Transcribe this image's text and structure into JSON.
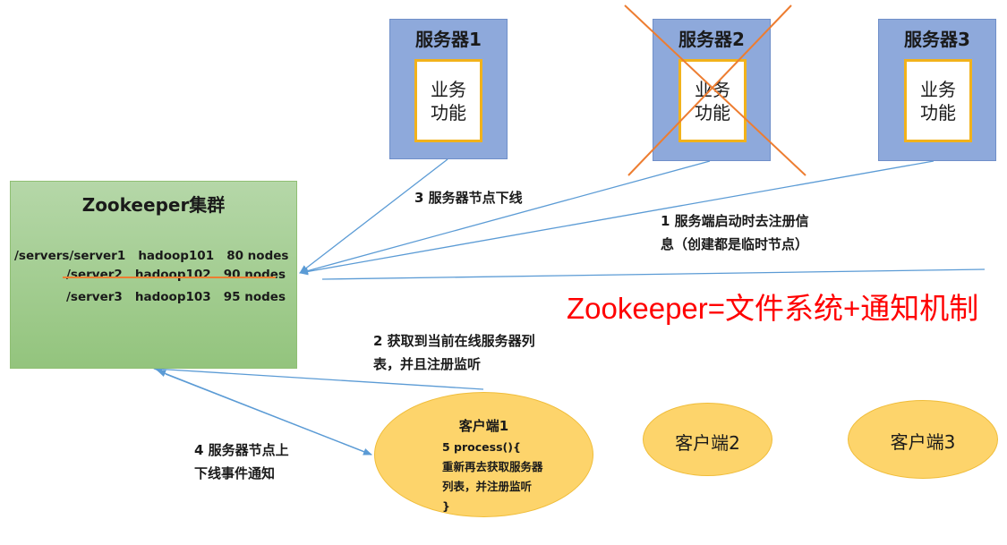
{
  "servers": [
    {
      "title": "服务器1",
      "box": "业务\n功能",
      "offline": false
    },
    {
      "title": "服务器2",
      "box": "业务\n功能",
      "offline": true
    },
    {
      "title": "服务器3",
      "box": "业务\n功能",
      "offline": false
    }
  ],
  "zookeeper": {
    "title": "Zookeeper集群",
    "nodes": [
      {
        "text": "/servers/server1   hadoop101   80 nodes",
        "struck": false
      },
      {
        "text": "/server2   hadoop102   90 nodes",
        "struck": true
      },
      {
        "text": "/server3   hadoop103   95 nodes",
        "struck": false
      }
    ]
  },
  "steps": {
    "step1": "1  服务端启动时去注册信\n息（创建都是临时节点）",
    "step2": "2  获取到当前在线服务器列\n表，并且注册监听",
    "step3": "3 服务器节点下线",
    "step4": "4  服务器节点上\n下线事件通知"
  },
  "clients": {
    "client1": {
      "title": "客户端1",
      "code": [
        "5 process(){",
        "重新再去获取服务器",
        "列表，并注册监听",
        "}"
      ]
    },
    "client2": "客户端2",
    "client3": "客户端3"
  },
  "formula": "Zookeeper=文件系统+通知机制",
  "colors": {
    "server_fill": "#8ea9db",
    "box_border": "#f2b21b",
    "zk_fill": "#a9d18e",
    "client_fill": "#fdd46b",
    "arrow": "#5b9bd5",
    "cross": "#ed7d31",
    "formula": "#ff0000"
  }
}
